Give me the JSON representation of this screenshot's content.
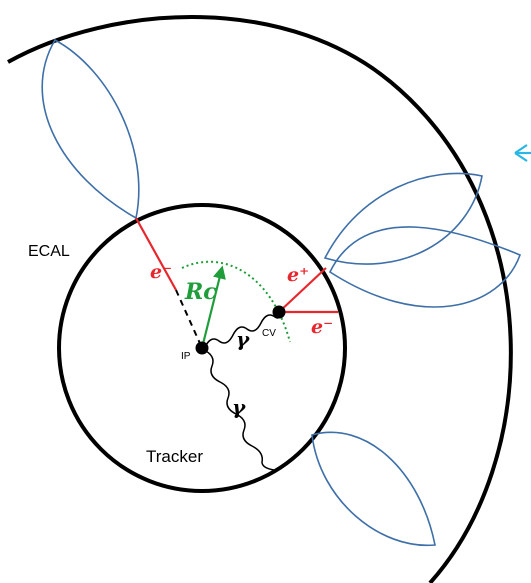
{
  "labels": {
    "ecal": "ECAL",
    "tracker": "Tracker",
    "ip": "IP",
    "cv": "CV",
    "electron_left": "e⁻",
    "electron_right": "e⁻",
    "positron": "e⁺",
    "radius": "Rc",
    "photon_upper": "γ",
    "photon_lower": "γ"
  },
  "colors": {
    "outline": "#000000",
    "lepton": "#e8262d",
    "radius": "#1f9d3b",
    "helix": "#3e6fa8",
    "arrow": "#29b6e8"
  }
}
